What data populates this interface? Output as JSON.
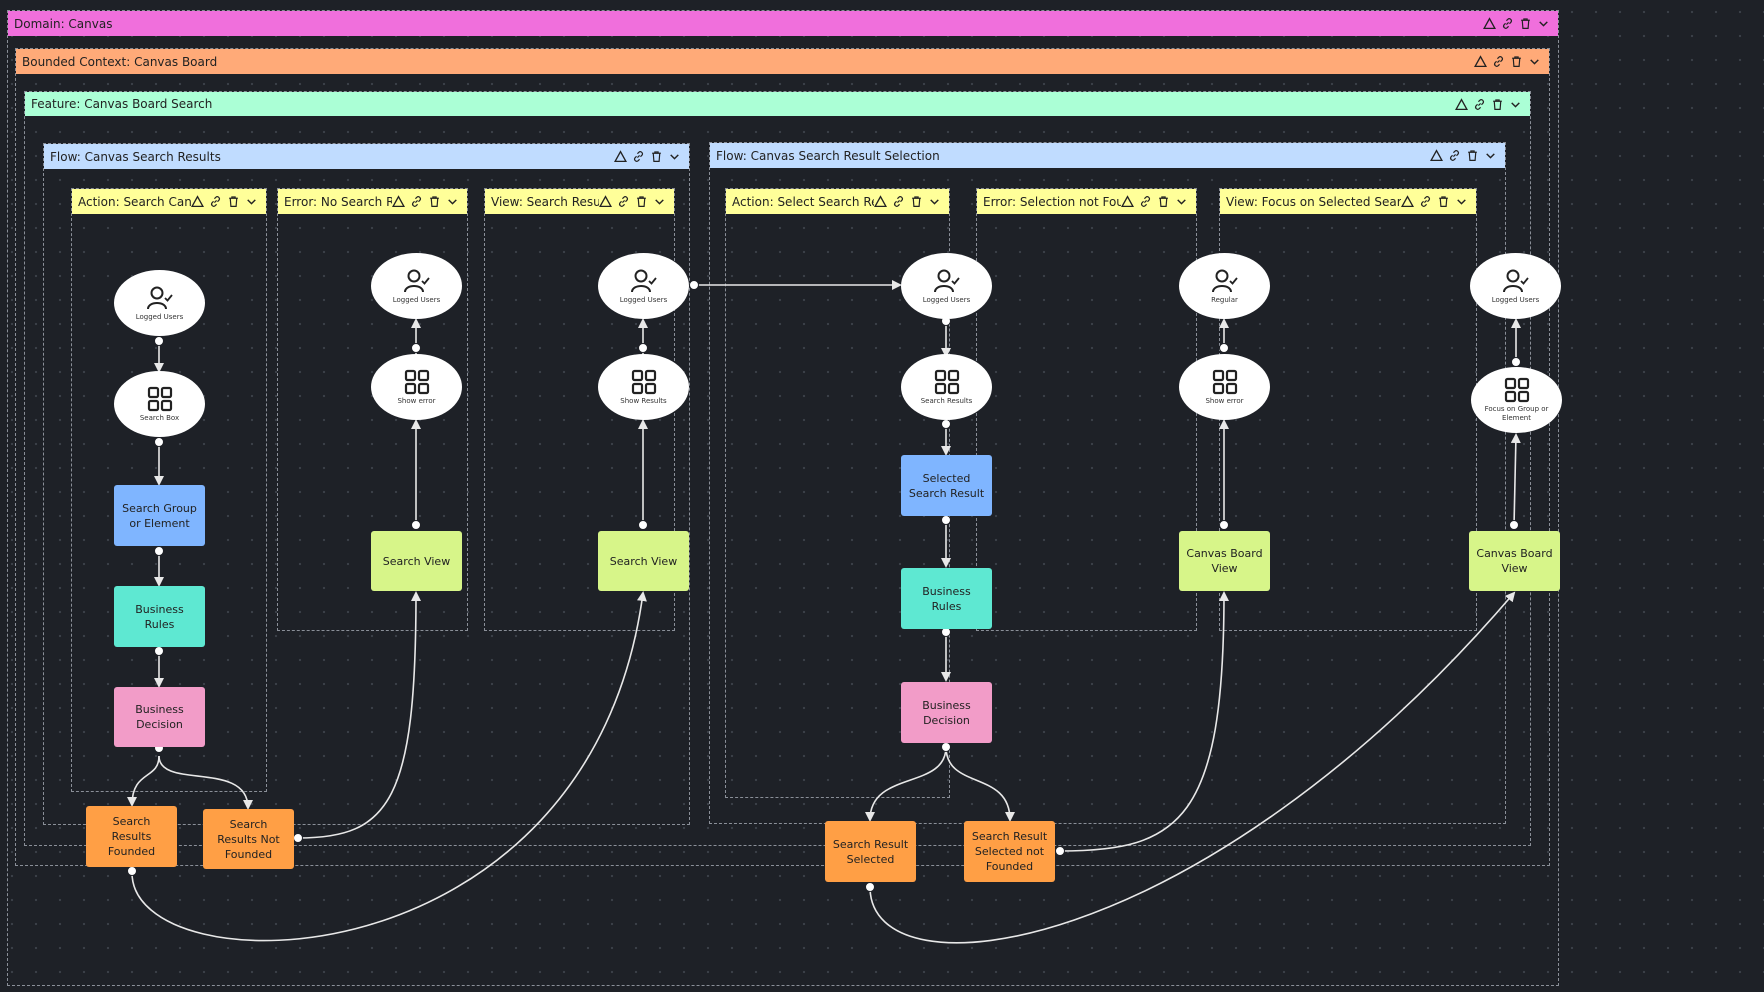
{
  "domain": {
    "title": "Domain: Canvas"
  },
  "bounded_context": {
    "title": "Bounded Context: Canvas Board"
  },
  "feature": {
    "title": "Feature: Canvas Board Search"
  },
  "flows": [
    {
      "title": "Flow: Canvas Search Results"
    },
    {
      "title": "Flow: Canvas Search Result Selection"
    }
  ],
  "columns": [
    {
      "title": "Action: Search Canvas",
      "user_label": "Logged Users",
      "screen_label": "Search Box",
      "command": "Search Group or Element",
      "rules": "Business Rules",
      "decision": "Business Decision",
      "outcomes": [
        "Search Results Founded",
        "Search Results Not Founded"
      ]
    },
    {
      "title": "Error: No Search Results",
      "user_label": "Logged Users",
      "screen_label": "Show error",
      "view": "Search View"
    },
    {
      "title": "View: Search Results",
      "user_label": "Logged Users",
      "screen_label": "Show Results",
      "view": "Search View"
    },
    {
      "title": "Action: Select Search Result",
      "user_label": "Logged Users",
      "screen_label": "Search Results",
      "command": "Selected Search Result",
      "rules": "Business Rules",
      "decision": "Business Decision",
      "outcomes": [
        "Search Result Selected",
        "Search Result Selected not Founded"
      ]
    },
    {
      "title": "Error: Selection not Found",
      "user_label": "Regular",
      "screen_label": "Show error",
      "view": "Canvas Board View"
    },
    {
      "title": "View: Focus on Selected Search Result",
      "user_label": "Logged Users",
      "screen_label": "Focus on Group or Element",
      "view": "Canvas Board View"
    }
  ],
  "colors": {
    "domain": "#f06fdc",
    "bounded_context": "#ffaa78",
    "feature": "#abffd6",
    "flow": "#c0dcff",
    "column": "#ffff99",
    "command": "#7fb5ff",
    "rules": "#5ee8d2",
    "decision": "#f29cc8",
    "event": "#ff9f45",
    "view": "#d7f589",
    "link": "#e8e8e8"
  },
  "icons": {
    "user": "user-check-icon",
    "screen": "grid-icon",
    "header": [
      "triangle-icon",
      "link-icon",
      "trash-icon",
      "chevron-down-icon"
    ]
  }
}
